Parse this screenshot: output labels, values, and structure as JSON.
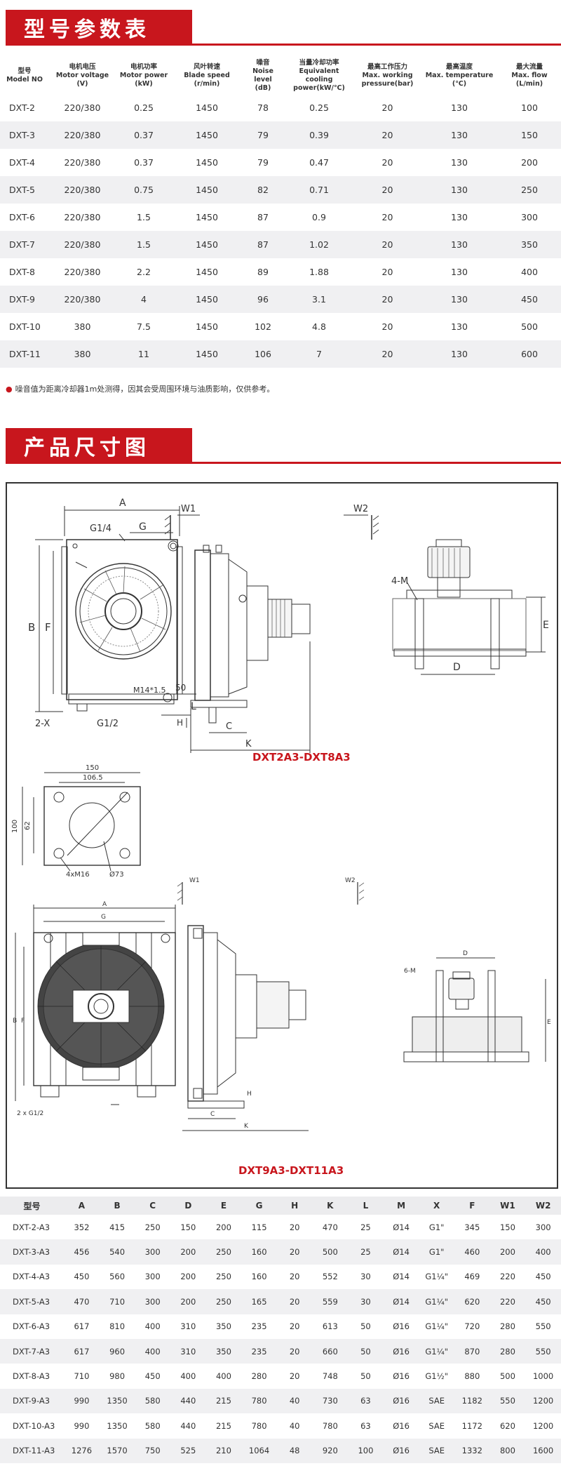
{
  "section1": {
    "title": "型号参数表"
  },
  "params_table": {
    "headers": [
      {
        "cn": "型号",
        "en": "Model NO"
      },
      {
        "cn": "电机电压",
        "en": "Motor voltage",
        "unit": "(V)"
      },
      {
        "cn": "电机功率",
        "en": "Motor power",
        "unit": "(kW)"
      },
      {
        "cn": "风叶转速",
        "en": "Blade speed",
        "unit": "(r/min)"
      },
      {
        "cn": "噪音",
        "en": "Noise level",
        "unit": "(dB)"
      },
      {
        "cn": "当量冷却功率",
        "en": "Equivalent cooling",
        "unit": "power(kW/℃)"
      },
      {
        "cn": "最高工作压力",
        "en": "Max. working",
        "unit": "pressure(bar)"
      },
      {
        "cn": "最高温度",
        "en": "Max. temperature",
        "unit": "(℃)"
      },
      {
        "cn": "最大流量",
        "en": "Max. flow",
        "unit": "(L/min)"
      }
    ],
    "rows": [
      [
        "DXT-2",
        "220/380",
        "0.25",
        "1450",
        "78",
        "0.25",
        "20",
        "130",
        "100"
      ],
      [
        "DXT-3",
        "220/380",
        "0.37",
        "1450",
        "79",
        "0.39",
        "20",
        "130",
        "150"
      ],
      [
        "DXT-4",
        "220/380",
        "0.37",
        "1450",
        "79",
        "0.47",
        "20",
        "130",
        "200"
      ],
      [
        "DXT-5",
        "220/380",
        "0.75",
        "1450",
        "82",
        "0.71",
        "20",
        "130",
        "250"
      ],
      [
        "DXT-6",
        "220/380",
        "1.5",
        "1450",
        "87",
        "0.9",
        "20",
        "130",
        "300"
      ],
      [
        "DXT-7",
        "220/380",
        "1.5",
        "1450",
        "87",
        "1.02",
        "20",
        "130",
        "350"
      ],
      [
        "DXT-8",
        "220/380",
        "2.2",
        "1450",
        "89",
        "1.88",
        "20",
        "130",
        "400"
      ],
      [
        "DXT-9",
        "220/380",
        "4",
        "1450",
        "96",
        "3.1",
        "20",
        "130",
        "450"
      ],
      [
        "DXT-10",
        "380",
        "7.5",
        "1450",
        "102",
        "4.8",
        "20",
        "130",
        "500"
      ],
      [
        "DXT-11",
        "380",
        "11",
        "1450",
        "106",
        "7",
        "20",
        "130",
        "600"
      ]
    ]
  },
  "note": "噪音值为距离冷却器1m处测得，因其会受周围环境与油质影响，仅供参考。",
  "section2": {
    "title": "产品尺寸图"
  },
  "drawings": {
    "label1": "DXT2A3-DXT8A3",
    "label2": "DXT9A3-DXT11A3",
    "dims": {
      "A": "A",
      "B": "B",
      "F": "F",
      "G": "G",
      "C": "C",
      "K": "K",
      "H": "H",
      "L": "L",
      "D": "D",
      "E": "E",
      "W1": "W1",
      "W2": "W2",
      "M4": "4-M",
      "M6": "6-M",
      "g14": "G1/4",
      "g12": "G1/2",
      "x2": "2-X",
      "x2g12": "2 x G1/2",
      "m14": "M14*1.5",
      "d50": "50",
      "flange_150": "150",
      "flange_1065": "106.5",
      "flange_100": "100",
      "flange_62": "62",
      "flange_m16": "4xM16",
      "flange_d73": "Ø73"
    }
  },
  "dims_table": {
    "headers": [
      "型号",
      "A",
      "B",
      "C",
      "D",
      "E",
      "G",
      "H",
      "K",
      "L",
      "M",
      "X",
      "F",
      "W1",
      "W2"
    ],
    "rows": [
      [
        "DXT-2-A3",
        "352",
        "415",
        "250",
        "150",
        "200",
        "115",
        "20",
        "470",
        "25",
        "Ø14",
        "G1\"",
        "345",
        "150",
        "300"
      ],
      [
        "DXT-3-A3",
        "456",
        "540",
        "300",
        "200",
        "250",
        "160",
        "20",
        "500",
        "25",
        "Ø14",
        "G1\"",
        "460",
        "200",
        "400"
      ],
      [
        "DXT-4-A3",
        "450",
        "560",
        "300",
        "200",
        "250",
        "160",
        "20",
        "552",
        "30",
        "Ø14",
        "G1¼\"",
        "469",
        "220",
        "450"
      ],
      [
        "DXT-5-A3",
        "470",
        "710",
        "300",
        "200",
        "250",
        "165",
        "20",
        "559",
        "30",
        "Ø14",
        "G1¼\"",
        "620",
        "220",
        "450"
      ],
      [
        "DXT-6-A3",
        "617",
        "810",
        "400",
        "310",
        "350",
        "235",
        "20",
        "613",
        "50",
        "Ø16",
        "G1¼\"",
        "720",
        "280",
        "550"
      ],
      [
        "DXT-7-A3",
        "617",
        "960",
        "400",
        "310",
        "350",
        "235",
        "20",
        "660",
        "50",
        "Ø16",
        "G1¼\"",
        "870",
        "280",
        "550"
      ],
      [
        "DXT-8-A3",
        "710",
        "980",
        "450",
        "400",
        "400",
        "280",
        "20",
        "748",
        "50",
        "Ø16",
        "G1½\"",
        "880",
        "500",
        "1000"
      ],
      [
        "DXT-9-A3",
        "990",
        "1350",
        "580",
        "440",
        "215",
        "780",
        "40",
        "730",
        "63",
        "Ø16",
        "SAE",
        "1182",
        "550",
        "1200"
      ],
      [
        "DXT-10-A3",
        "990",
        "1350",
        "580",
        "440",
        "215",
        "780",
        "40",
        "780",
        "63",
        "Ø16",
        "SAE",
        "1172",
        "620",
        "1200"
      ],
      [
        "DXT-11-A3",
        "1276",
        "1570",
        "750",
        "525",
        "210",
        "1064",
        "48",
        "920",
        "100",
        "Ø16",
        "SAE",
        "1332",
        "800",
        "1600"
      ]
    ]
  }
}
